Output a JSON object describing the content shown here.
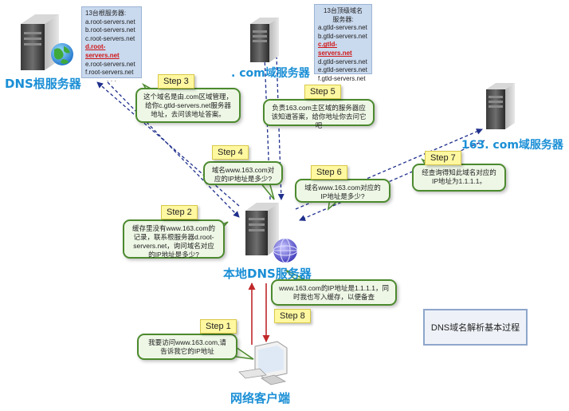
{
  "root_server": {
    "label": "DNS根服务器",
    "list_title": "13台根服务器:",
    "list": [
      "a.root-servers.net",
      "b.root-servers.net",
      "c.root-servers.net",
      "d.root-servers.net",
      "e.root-servers.net",
      "f.root-servers.net"
    ],
    "highlighted_index": 3,
    "ellipsis": "· · ·"
  },
  "com_server": {
    "label": ". com域服务器",
    "list_title_line1": "13台顶级域名",
    "list_title_line2": "服务器:",
    "list": [
      "a.gtld-servers.net",
      "b.gtld-servers.net",
      "c.gtld-servers.net",
      "d.gtld-servers.net",
      "e.gtld-servers.net",
      "f.gtld-servers.net"
    ],
    "highlighted_index": 2
  },
  "site_server": {
    "label": "163. com域服务器"
  },
  "local_server": {
    "label": "本地DNS服务器"
  },
  "client": {
    "label": "网络客户端"
  },
  "steps": [
    {
      "label": "Step 1",
      "text": "我要访问www.163.com,请告诉我它的IP地址"
    },
    {
      "label": "Step 2",
      "text": "缓存里没有www.163.com的记录，联系根服务器d.root-servers.net，询问域名对应的IP地址是多少?"
    },
    {
      "label": "Step 3",
      "text": "这个域名是由.com区域管理，给你c.gtld-servers.net服务器地址，去问该地址答案。"
    },
    {
      "label": "Step 4",
      "text": "域名www.163.com对应的IP地址是多少?"
    },
    {
      "label": "Step 5",
      "text": "负责163.com主区域的服务器应该知道答案，给你地址你去问它吧"
    },
    {
      "label": "Step 6",
      "text": "域名www.163.com对应的IP地址是多少?"
    },
    {
      "label": "Step 7",
      "text": "经查询得知此域名对应的IP地址为1.1.1.1。"
    },
    {
      "label": "Step 8",
      "text": "www.163.com的IP地址是1.1.1.1，同时我也写入缓存，以便备查"
    }
  ],
  "legend": "DNS域名解析基本过程",
  "colors": {
    "label_blue": "#1b8fd6",
    "arrow_blue": "#1f2f8c",
    "arrow_red": "#c0282a",
    "bubble_border": "#4c8a2e",
    "step_fill": "#fff8a0",
    "highlight_red": "#d01616"
  }
}
